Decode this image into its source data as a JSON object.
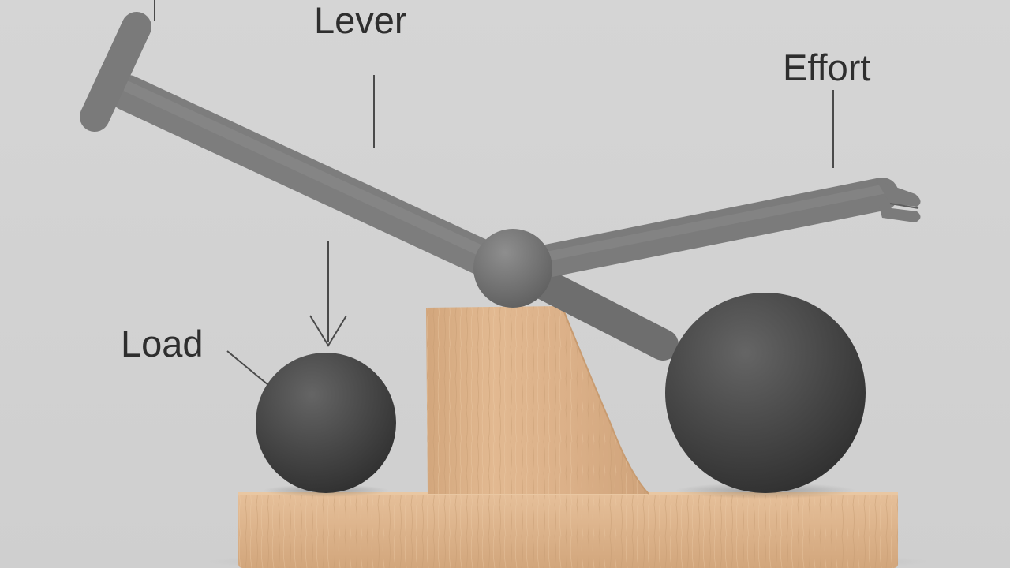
{
  "labels": {
    "lever": "Lever",
    "effort": "Effort",
    "load": "Load"
  },
  "colors": {
    "background": "#d3d3d3",
    "lever": "#7d7d7d",
    "spheres": "#474747",
    "wood": "#dcb087",
    "text": "#2e2e2e"
  },
  "icons": {
    "load_arrow": "down-arrow-icon"
  }
}
